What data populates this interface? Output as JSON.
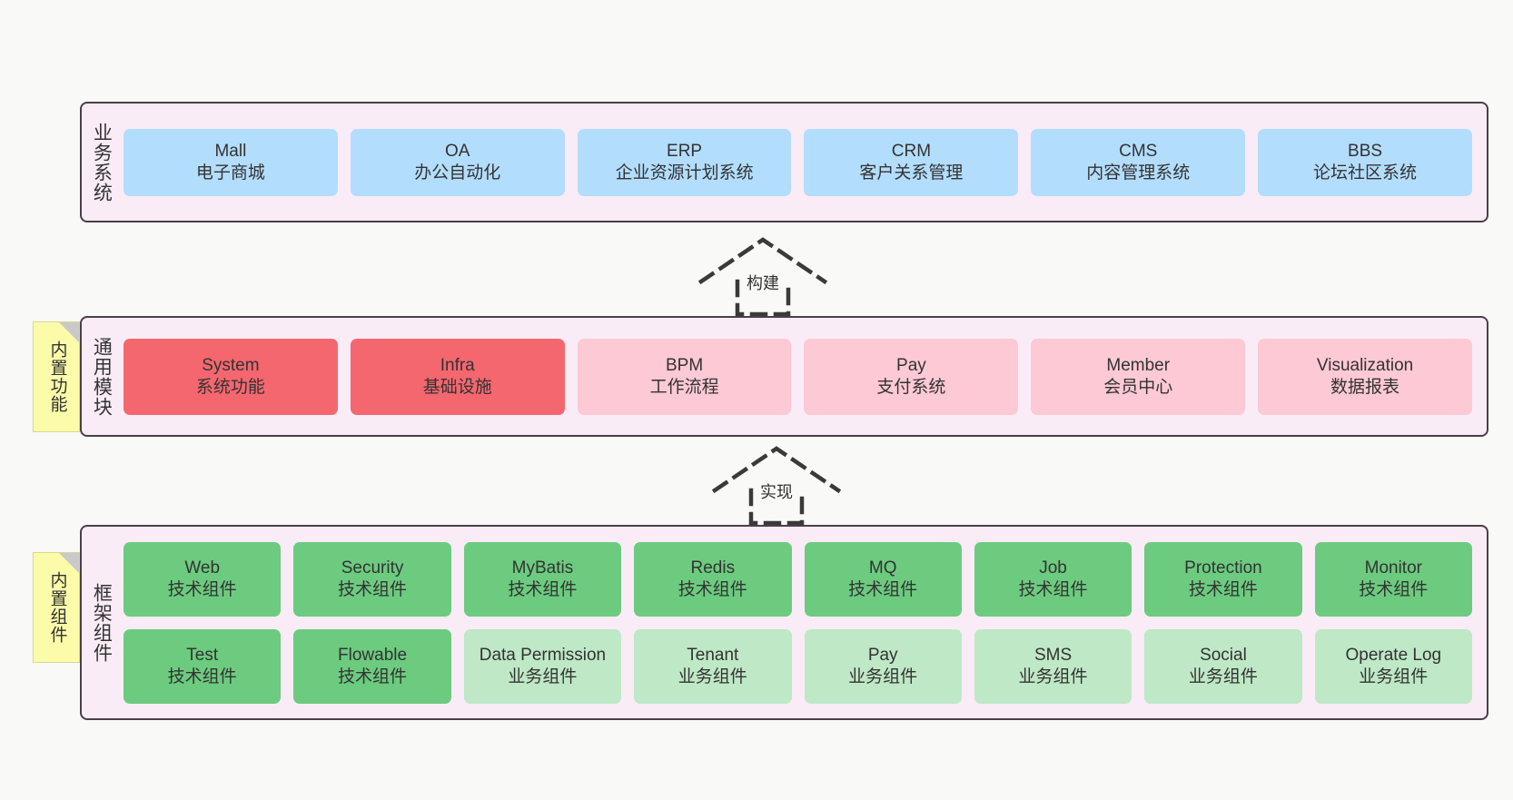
{
  "bands": [
    {
      "id": "business-systems",
      "label": "业务系统",
      "rows": [
        [
          {
            "name": "Mall",
            "desc": "电子商城"
          },
          {
            "name": "OA",
            "desc": "办公自动化"
          },
          {
            "name": "ERP",
            "desc": "企业资源计划系统"
          },
          {
            "name": "CRM",
            "desc": "客户关系管理"
          },
          {
            "name": "CMS",
            "desc": "内容管理系统"
          },
          {
            "name": "BBS",
            "desc": "论坛社区系统"
          }
        ]
      ]
    },
    {
      "id": "common-modules",
      "label": "通用模块",
      "sticky": "内置功能",
      "rows": [
        [
          {
            "name": "System",
            "desc": "系统功能"
          },
          {
            "name": "Infra",
            "desc": "基础设施"
          },
          {
            "name": "BPM",
            "desc": "工作流程"
          },
          {
            "name": "Pay",
            "desc": "支付系统"
          },
          {
            "name": "Member",
            "desc": "会员中心"
          },
          {
            "name": "Visualization",
            "desc": "数据报表"
          }
        ]
      ]
    },
    {
      "id": "framework-components",
      "label": "框架组件",
      "sticky": "内置组件",
      "rows": [
        [
          {
            "name": "Web",
            "desc": "技术组件"
          },
          {
            "name": "Security",
            "desc": "技术组件"
          },
          {
            "name": "MyBatis",
            "desc": "技术组件"
          },
          {
            "name": "Redis",
            "desc": "技术组件"
          },
          {
            "name": "MQ",
            "desc": "技术组件"
          },
          {
            "name": "Job",
            "desc": "技术组件"
          },
          {
            "name": "Protection",
            "desc": "技术组件"
          },
          {
            "name": "Monitor",
            "desc": "技术组件"
          }
        ],
        [
          {
            "name": "Test",
            "desc": "技术组件"
          },
          {
            "name": "Flowable",
            "desc": "技术组件"
          },
          {
            "name": "Data Permission",
            "desc": "业务组件"
          },
          {
            "name": "Tenant",
            "desc": "业务组件"
          },
          {
            "name": "Pay",
            "desc": "业务组件"
          },
          {
            "name": "SMS",
            "desc": "业务组件"
          },
          {
            "name": "Social",
            "desc": "业务组件"
          },
          {
            "name": "Operate Log",
            "desc": "业务组件"
          }
        ]
      ]
    }
  ],
  "arrows": [
    {
      "id": "build",
      "label": "构建"
    },
    {
      "id": "implement",
      "label": "实现"
    }
  ],
  "colors": {
    "band_background": "#f9ecf6",
    "band_border": "#4a3f48",
    "system_card": "#b3ddfd",
    "module_card": "#fcc9d4",
    "module_card_strong": "#f4676f",
    "component_card": "#bfe8c6",
    "component_card_strong": "#6ccb7f",
    "sticky_note": "#fcfbaa",
    "canvas": "#f9f9f7"
  }
}
